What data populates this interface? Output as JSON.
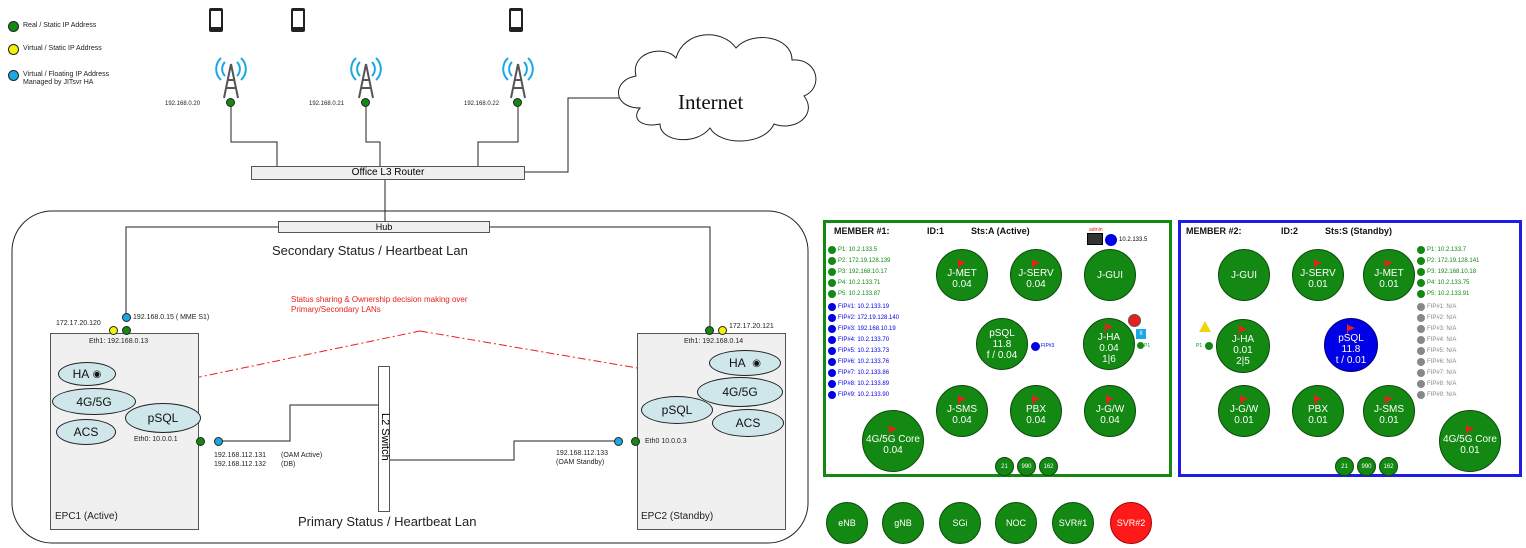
{
  "legend": {
    "real_static": "Real / Static IP Address",
    "virtual_static": "Virtual / Static IP Address",
    "virtual_floating_1": "Virtual / Floating IP Address",
    "virtual_floating_2": "Managed  by JITsvr HA"
  },
  "colors": {
    "green": "#138913",
    "yellow": "#f3f30a",
    "blue": "#1aa7e6",
    "red": "#e8201c",
    "standby_blue": "#0000e6"
  },
  "towers": [
    {
      "ip": "192.168.0.20"
    },
    {
      "ip": "192.168.0.21"
    },
    {
      "ip": "192.168.0.22"
    }
  ],
  "internet_label": "Internet",
  "router_label": "Office L3 Router",
  "hub_label": "Hub",
  "secondary_lan": "Secondary Status / Heartbeat Lan",
  "primary_lan": "Primary Status / Heartbeat Lan",
  "status_note_1": "Status sharing & Ownership decision making over",
  "status_note_2": "Primary/Secondary LANs",
  "l2_switch": "L2 Switch",
  "epc1": {
    "ip_left": "172.17.20.120",
    "ip_mme": "192.168.0.15   ( MME S1)",
    "eth1": "Eth1:  192.168.0.13",
    "eth0": "Eth0:  10.0.0.1",
    "oam_ip1": "192.168.112.131",
    "oam_label1": "(OAM Active)",
    "oam_ip2": "192.168.112.132",
    "oam_label2": "(DB)",
    "title": "EPC1  (Active)",
    "components": [
      "HA",
      "4G/5G",
      "pSQL",
      "ACS"
    ]
  },
  "epc2": {
    "ip_right": "172.17.20.121",
    "eth1": "Eth1:  192.168.0.14",
    "eth0": "Eth0  10.0.0.3",
    "oam_ip": "192.168.112.133",
    "oam_label": "(OAM Standby)",
    "title": "EPC2  (Standby)",
    "components": [
      "HA",
      "4G/5G",
      "pSQL",
      "ACS"
    ]
  },
  "member1": {
    "member": "MEMBER #1:",
    "id": "ID:1",
    "sts": "Sts:A (Active)",
    "admin": "admin",
    "gui_ip": "10.2.133.5",
    "pips": [
      "P1: 10.2.133.5",
      "P2: 172.19.128.139",
      "P3: 192.168.10.17",
      "P4: 10.2.133.71",
      "P5: 10.2.133.87"
    ],
    "fips": [
      "FIP#1: 10.2.133.19",
      "FIP#2: 172.19.128.140",
      "FIP#3: 192.168.10.19",
      "FIP#4: 10.2.133.70",
      "FIP#5: 10.2.133.73",
      "FIP#6: 10.2.133.76",
      "FIP#7: 10.2.133.86",
      "FIP#8: 10.2.133.89",
      "FIP#9: 10.2.133.90"
    ],
    "nodes": {
      "jmet": {
        "name": "J-MET",
        "val": "0.04"
      },
      "jserv": {
        "name": "J-SERV",
        "val": "0.04"
      },
      "jgui": {
        "name": "J-GUI"
      },
      "psql": {
        "name": "pSQL",
        "l2": "11.8",
        "l3": "f / 0.04"
      },
      "jha": {
        "name": "J-HA",
        "l2": "0.04",
        "l3": "1|6"
      },
      "jsms": {
        "name": "J-SMS",
        "val": "0.04"
      },
      "pbx": {
        "name": "PBX",
        "val": "0.04"
      },
      "jgw": {
        "name": "J-G/W",
        "val": "0.04"
      },
      "core": {
        "name": "4G/5G Core",
        "val": "0.04"
      }
    },
    "fip_small": "FIP#3",
    "p1_small": "P1",
    "ha_badge": "II",
    "bottom": [
      "21",
      "990",
      "162"
    ]
  },
  "member2": {
    "member": "MEMBER #2:",
    "id": "ID:2",
    "sts": "Sts:S (Standby)",
    "pips": [
      "P1: 10.2.133.7",
      "P2: 172.19.128.141",
      "P3: 192.168.10.18",
      "P4: 10.2.133.75",
      "P5: 10.2.133.91"
    ],
    "fips": [
      "FIP#1: N/A",
      "FIP#2: N/A",
      "FIP#3: N/A",
      "FIP#4: N/A",
      "FIP#5: N/A",
      "FIP#6: N/A",
      "FIP#7: N/A",
      "FIP#8: N/A",
      "FIP#9: N/A"
    ],
    "nodes": {
      "jgui": {
        "name": "J-GUI"
      },
      "jserv": {
        "name": "J-SERV",
        "val": "0.01"
      },
      "jmet": {
        "name": "J-MET",
        "val": "0.01"
      },
      "jha": {
        "name": "J-HA",
        "l2": "0.01",
        "l3": "2|5"
      },
      "psql": {
        "name": "pSQL",
        "l2": "11.8",
        "l3": "t / 0.01"
      },
      "jgw": {
        "name": "J-G/W",
        "val": "0.01"
      },
      "pbx": {
        "name": "PBX",
        "val": "0.01"
      },
      "jsms": {
        "name": "J-SMS",
        "val": "0.01"
      },
      "core": {
        "name": "4G/5G Core",
        "val": "0.01"
      }
    },
    "p1_small": "P1",
    "bottom": [
      "21",
      "990",
      "162"
    ]
  },
  "bottom_buttons": [
    "eNB",
    "gNB",
    "SGi",
    "NOC",
    "SVR#1",
    "SVR#2"
  ]
}
